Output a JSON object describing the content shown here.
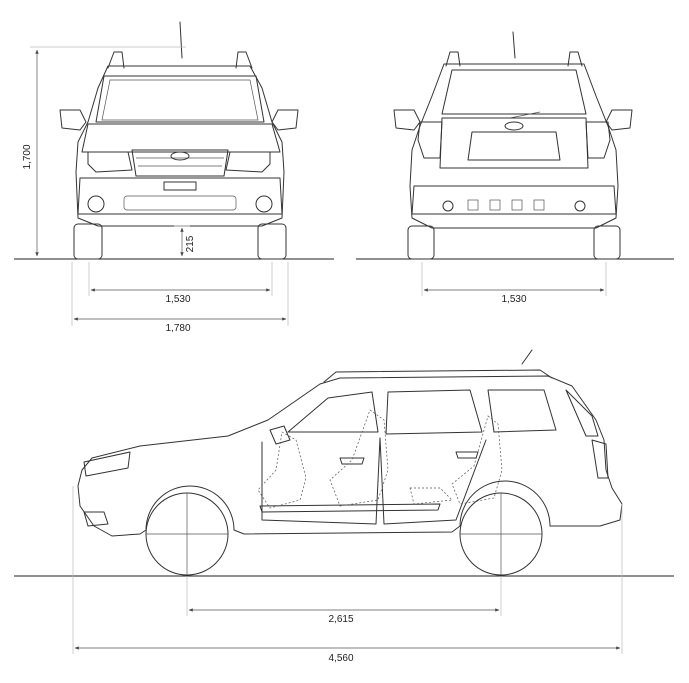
{
  "dimensions": {
    "height": "1,700",
    "ground_clearance": "215",
    "track_front": "1,530",
    "overall_width": "1,780",
    "track_rear": "1,530",
    "wheelbase": "2,615",
    "overall_length": "4,560"
  }
}
